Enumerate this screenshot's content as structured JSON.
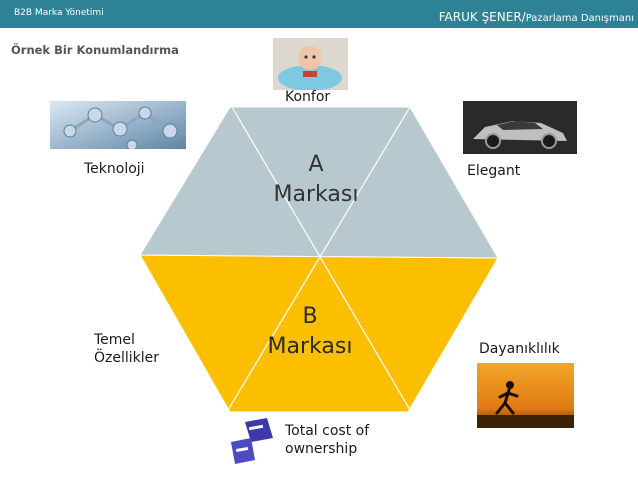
{
  "header": {
    "left_title": "B2B Marka Yönetimi",
    "author_name": "FARUK ŞENER/",
    "author_role": "Pazarlama Danışmanı"
  },
  "slide": {
    "subtitle": "Örnek Bir Konumlandırma"
  },
  "brands": {
    "a_line1": "A",
    "a_line2": "Markası",
    "b_line1": "B",
    "b_line2": "Markası"
  },
  "labels": {
    "konfor": "Konfor",
    "teknoloji": "Teknoloji",
    "elegant": "Elegant",
    "temel_line1": "Temel",
    "temel_line2": "Özellikler",
    "dayaniklilik": "Dayanıklılık",
    "tco_line1": "Total cost of",
    "tco_line2": "ownership"
  },
  "colors": {
    "header_bg": "#2e8296",
    "brand_a_fill": "#b8c8cf",
    "brand_b_fill": "#fbbf00"
  },
  "images": {
    "konfor": "baby-in-tub-photo",
    "teknoloji": "molecule-structure-photo",
    "elegant": "luxury-car-photo",
    "dayaniklilik": "runner-sunset-photo",
    "tco": "save-spend-dice-photo"
  }
}
